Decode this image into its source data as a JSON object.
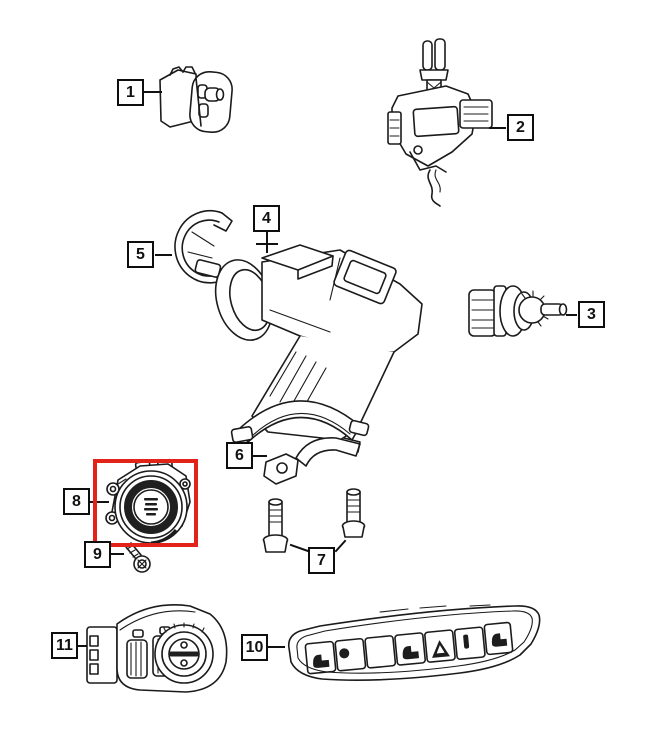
{
  "canvas": {
    "background": "#ffffff",
    "line_color": "#1b1b1b"
  },
  "highlight": {
    "color": "#e2231a",
    "highlighted_callout": "8"
  },
  "callouts": [
    {
      "label": "1"
    },
    {
      "label": "2"
    },
    {
      "label": "3"
    },
    {
      "label": "4"
    },
    {
      "label": "5"
    },
    {
      "label": "6"
    },
    {
      "label": "7"
    },
    {
      "label": "8"
    },
    {
      "label": "9"
    },
    {
      "label": "10"
    },
    {
      "label": "11"
    }
  ]
}
